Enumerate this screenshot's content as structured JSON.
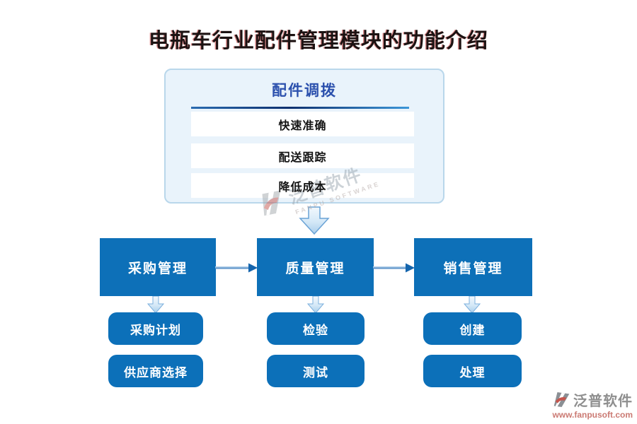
{
  "title": "电瓶车行业配件管理模块的功能介绍",
  "panel": {
    "header": "配件调拨",
    "rows": [
      "快速准确",
      "配送跟踪",
      "降低成本"
    ]
  },
  "flow": {
    "columns": [
      {
        "label": "采购管理",
        "items": [
          "采购计划",
          "供应商选择"
        ]
      },
      {
        "label": "质量管理",
        "items": [
          "检验",
          "测试"
        ]
      },
      {
        "label": "销售管理",
        "items": [
          "创建",
          "处理"
        ]
      }
    ]
  },
  "watermark": {
    "brand": "泛普软件",
    "brand_en": "FANPU SOFTWARE"
  },
  "footer_logo": {
    "brand": "泛普软件",
    "website": "www.fanpusoft.com"
  },
  "colors": {
    "primary_blue": "#0d70b8",
    "panel_header_text": "#2b50ad",
    "panel_bg": "#e9f3fb",
    "panel_border": "#b9d7eb",
    "title_text": "#1c1212",
    "arrow_border": "#6aa3d6",
    "logo_gray": "#8f8f8f",
    "logo_red": "#cb7a73"
  }
}
